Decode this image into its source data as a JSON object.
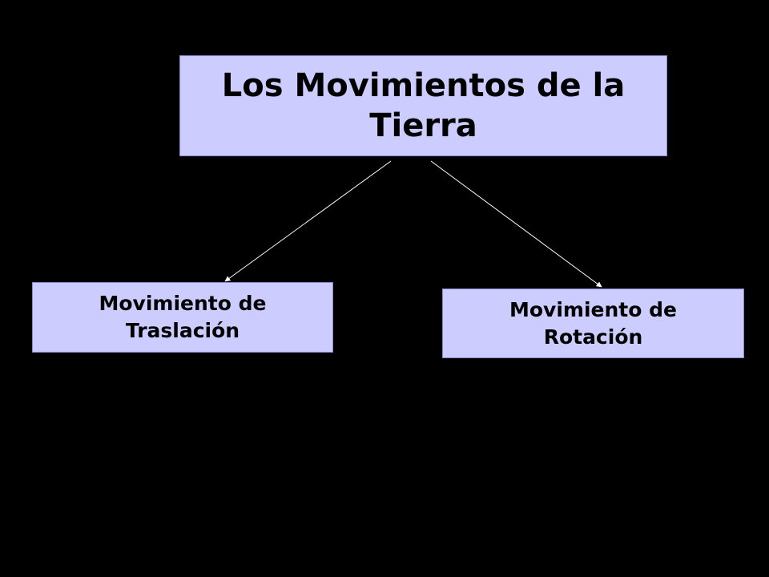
{
  "colors": {
    "background": "#000000",
    "node_fill": "#ccccff",
    "node_border": "#8888cc",
    "text": "#000000",
    "connector": "#ffffff"
  },
  "diagram": {
    "root": {
      "label": "Los Movimientos de la Tierra"
    },
    "children": [
      {
        "label_line1": "Movimiento de",
        "label_line2": "Traslación"
      },
      {
        "label_line1": "Movimiento de",
        "label_line2": "Rotación"
      }
    ]
  }
}
